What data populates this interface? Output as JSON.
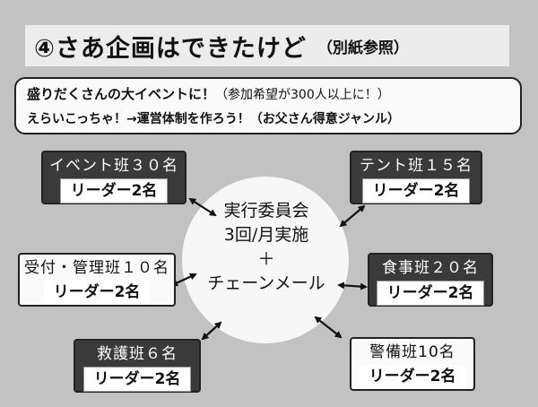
{
  "title": {
    "main": "④さあ企画はできたけど",
    "sub": "（別紙参照）"
  },
  "banner": {
    "line1_main": "盛りだくさんの大イベントに！",
    "line1_sub": "（参加希望が300人以上に！）",
    "line2": "えらいこっちゃ！→運営体制を作ろう！（お父さん得意ジャンル）"
  },
  "center": {
    "line1": "実行委員会",
    "line2": "3回/月実施",
    "line3": "＋",
    "line4": "チェーンメール"
  },
  "teams": [
    {
      "id": "event",
      "name": "イベント班３０名",
      "leader": "リーダー2名",
      "style": "dark"
    },
    {
      "id": "tent",
      "name": "テント班１５名",
      "leader": "リーダー2名",
      "style": "dark"
    },
    {
      "id": "reception",
      "name": "受付・管理班１０名",
      "leader": "リーダー2名",
      "style": "white"
    },
    {
      "id": "food",
      "name": "食事班２０名",
      "leader": "リーダー2名",
      "style": "dark"
    },
    {
      "id": "rescue",
      "name": "救護班６名",
      "leader": "リーダー2名",
      "style": "dark"
    },
    {
      "id": "security",
      "name": "警備班10名",
      "leader": "リーダー2名",
      "style": "white"
    }
  ],
  "colors": {
    "background": "#c2c2c2",
    "dark_box": "#3a3a3a",
    "circle": "#f7f7f7"
  }
}
